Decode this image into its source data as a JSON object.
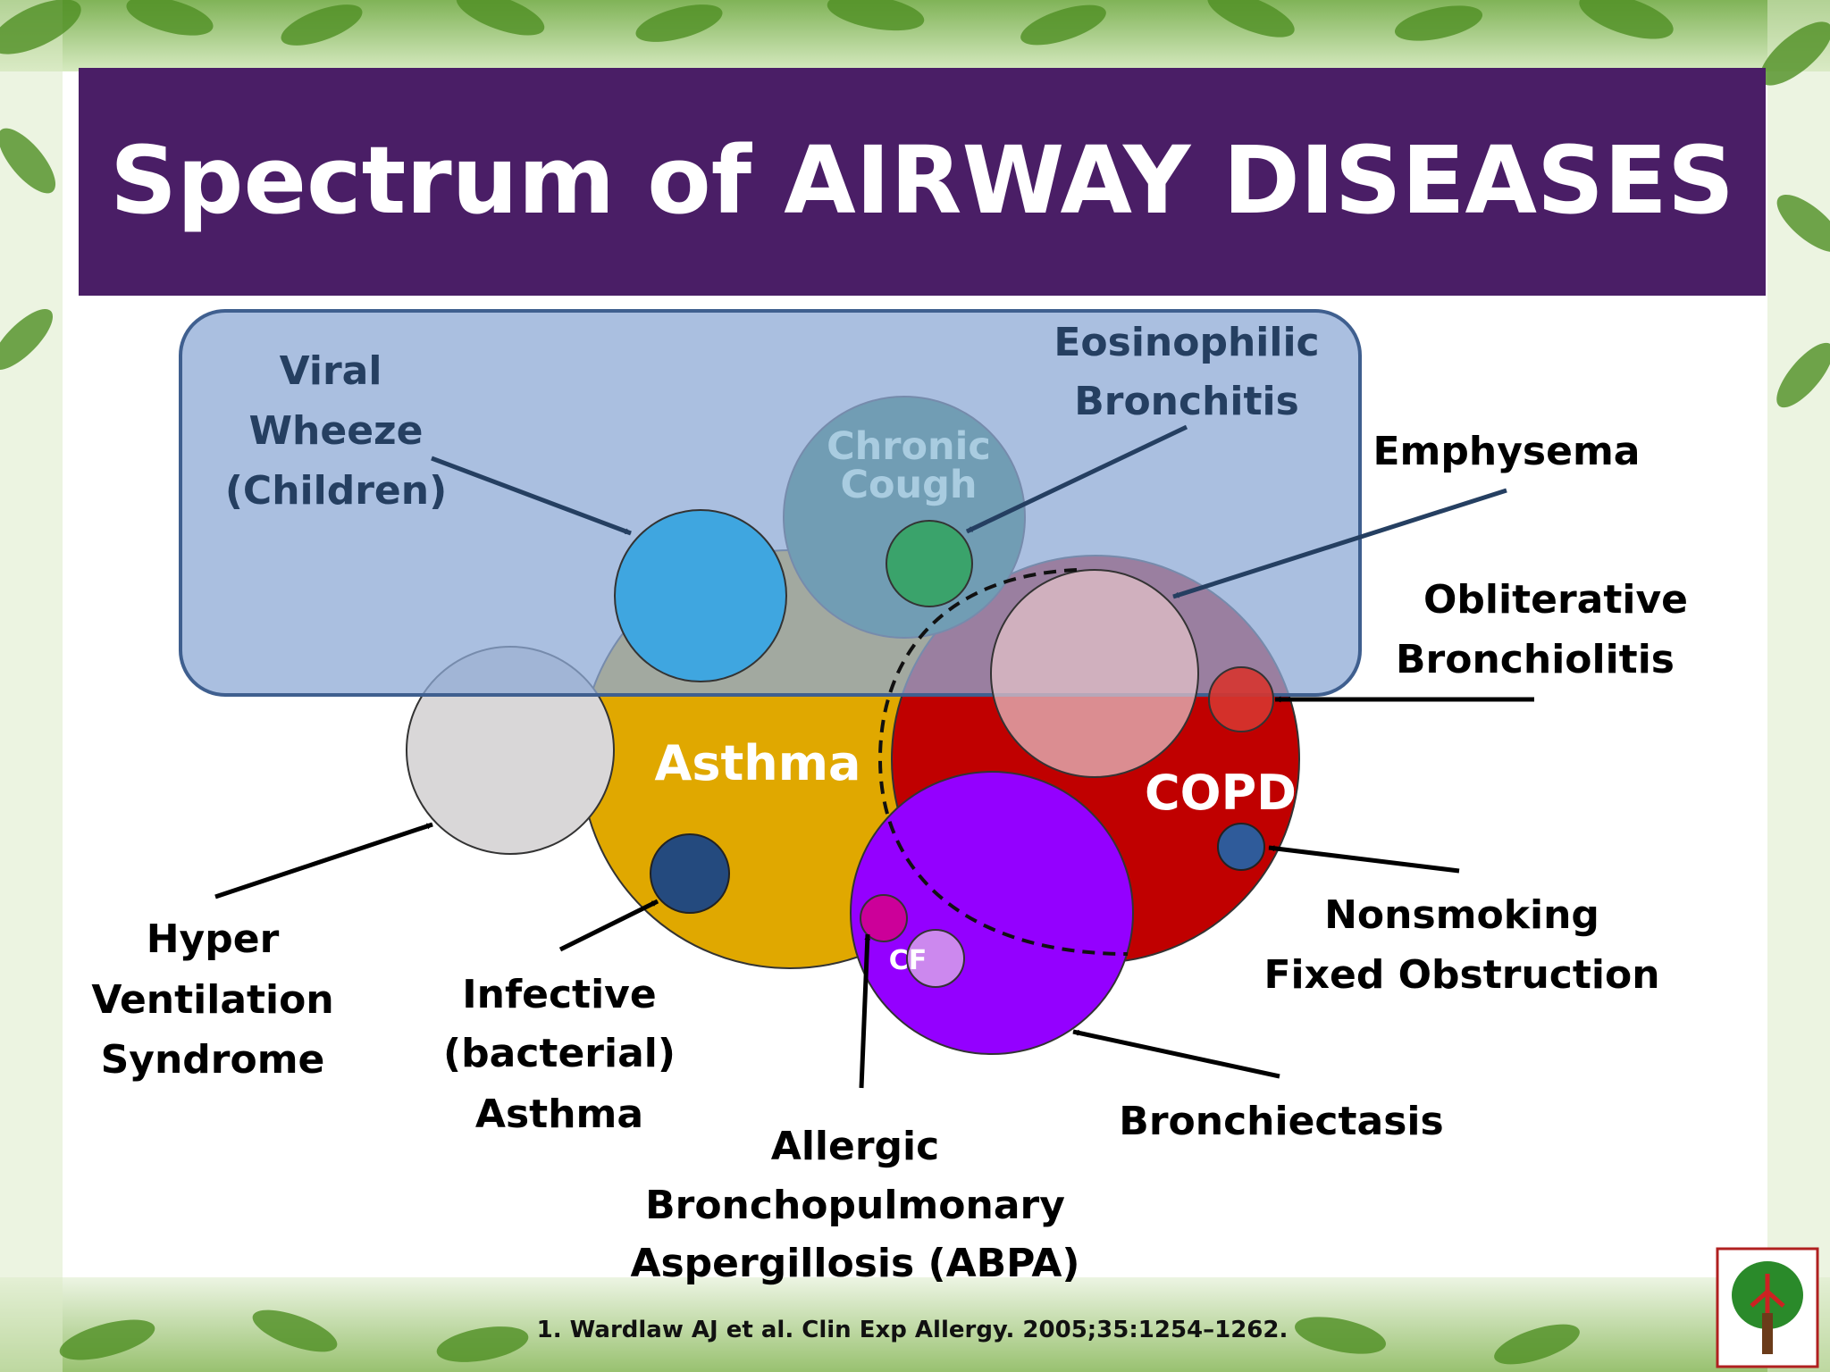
{
  "slide": {
    "title": "Spectrum of AIRWAY DISEASES",
    "reference": "1. Wardlaw AJ et al. Clin Exp Allergy. 2005;35:1254–1262."
  },
  "diagram": {
    "circles": {
      "asthma": "Asthma",
      "copd": "COPD",
      "chronic_cough": [
        "Chronic",
        "Cough"
      ],
      "cf": "CF"
    },
    "labels": {
      "viral_wheeze": [
        "Viral",
        "Wheeze",
        "(Children)"
      ],
      "eosinophilic_bronchitis": [
        "Eosinophilic",
        "Bronchitis"
      ],
      "emphysema": [
        "Emphysema"
      ],
      "obliterative_bronchiolitis": [
        "Obliterative",
        "Bronchiolitis"
      ],
      "nonsmoking_fixed_obstruction": [
        "Nonsmoking",
        "Fixed Obstruction"
      ],
      "bronchiectasis": [
        "Bronchiectasis"
      ],
      "abpa": [
        "Allergic",
        "Bronchopulmonary",
        "Aspergillosis (ABPA)"
      ],
      "infective_asthma": [
        "Infective",
        "(bacterial)",
        "Asthma"
      ],
      "hyperventilation_syndrome": [
        "Hyper",
        "Ventilation",
        "Syndrome"
      ]
    }
  },
  "colors": {
    "title_bar": "#4a1e66",
    "asthma": "#e0a800",
    "copd": "#c00000",
    "bronchiectasis": "#9400ff",
    "chronic_cough": "#1f7a52",
    "viral_wheeze": "#3fa6e0",
    "hyperventilation": "#d9d7d8",
    "infective": "#244a7e",
    "abpa": "#cc0099",
    "cf": "#cc88ee",
    "overlay_box": "#8eaad6",
    "dark_label": "#253f61",
    "leaf_green": "#5a9a2a"
  },
  "icons": {
    "logo": "lung-tree-logo"
  }
}
